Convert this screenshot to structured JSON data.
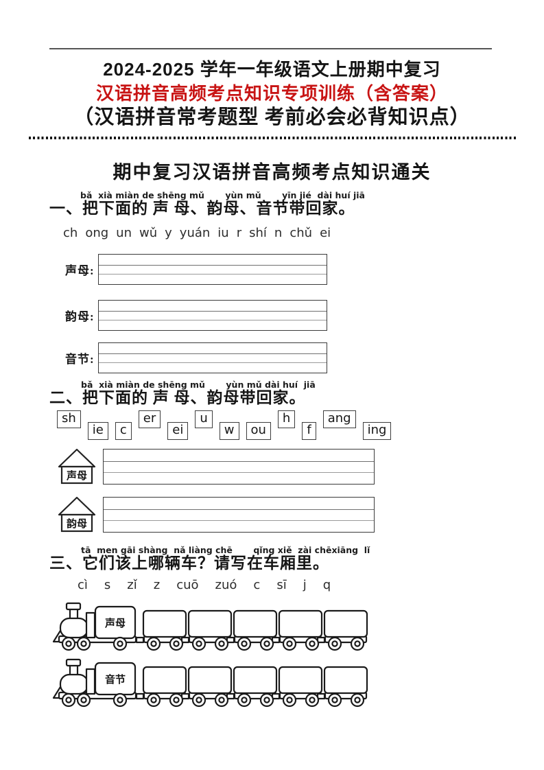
{
  "colors": {
    "accent_red": "#c81414",
    "ink": "#151515",
    "rule_gray": "#555555"
  },
  "header": {
    "line1": "2024-2025 学年一年级语文上册期中复习",
    "line2": "汉语拼音高频考点知识专项训练（含答案）",
    "line3": "（汉语拼音常考题型 考前必会必背知识点）"
  },
  "main_heading": "期中复习汉语拼音高频考点知识通关",
  "section1": {
    "pinyin_hint": "bǎ  xià miàn de shēng mǔ       yùn mǔ       yīn jié  dài huí jiā",
    "title": "一、把下面的 声 母、韵母、音节带回家。",
    "items": [
      "ch",
      "ong",
      "un",
      "wǔ",
      "y",
      "yuán",
      "iu",
      "r",
      "shí",
      "n",
      "chǔ",
      "ei"
    ],
    "answer_rows": [
      {
        "label": "声母:"
      },
      {
        "label": "韵母:"
      },
      {
        "label": "音节:"
      }
    ]
  },
  "section2": {
    "pinyin_hint": "bǎ  xià miàn de shēng mǔ       yùn mǔ dài huí  jiā",
    "title": "二、把下面的 声 母、韵母带回家。",
    "items": [
      "sh",
      "ie",
      "c",
      "er",
      "ei",
      "u",
      "w",
      "ou",
      "h",
      "f",
      "ang",
      "ing"
    ],
    "houses": [
      {
        "label": "声母"
      },
      {
        "label": "韵母"
      }
    ]
  },
  "section3": {
    "pinyin_hint": "tā  men gāi shàng  nǎ liàng chē       qǐng xiě  zài chēxiāng  lǐ",
    "title": "三、它们该上哪辆车？请写在车厢里。",
    "items": [
      "cì",
      "s",
      "zǐ",
      "z",
      "cuō",
      "zuó",
      "c",
      "sī",
      "j",
      "q"
    ],
    "trains": [
      {
        "label": "声母"
      },
      {
        "label": "音节"
      }
    ]
  }
}
